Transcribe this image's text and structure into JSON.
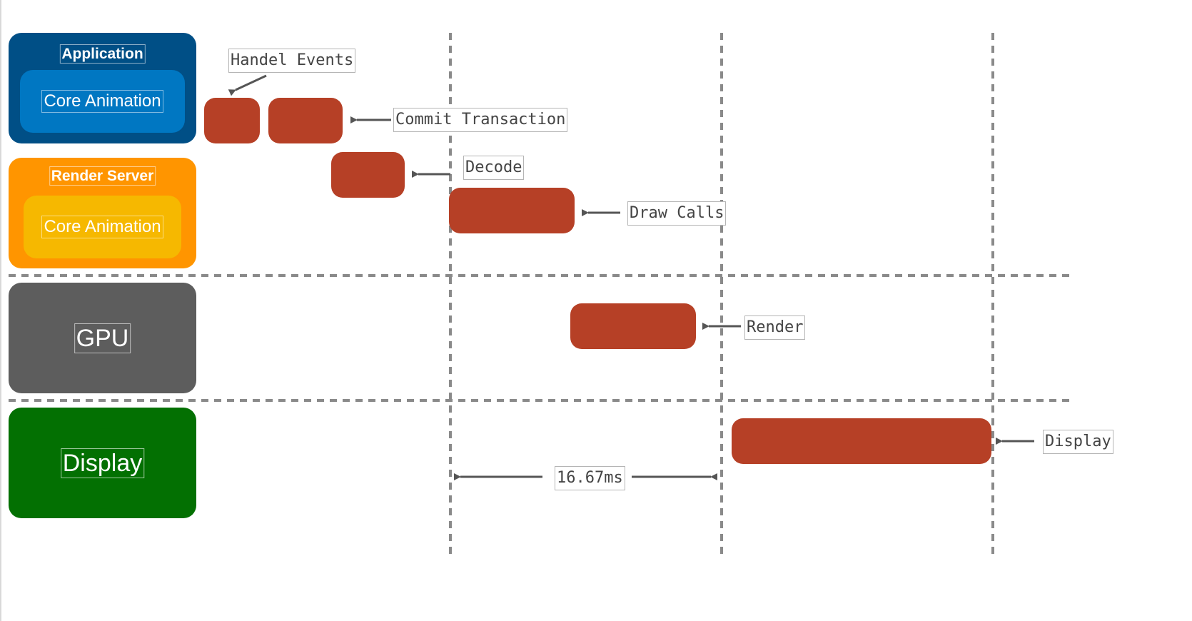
{
  "lanes": {
    "application": {
      "title": "Application",
      "inner": "Core Animation"
    },
    "render_server": {
      "title": "Render Server",
      "inner": "Core Animation"
    },
    "gpu": {
      "title": "GPU"
    },
    "display": {
      "title": "Display"
    }
  },
  "annotations": {
    "handel_events": "Handel Events",
    "commit_transaction": "Commit Transaction",
    "decode": "Decode",
    "draw_calls": "Draw Calls",
    "render": "Render",
    "display": "Display",
    "frame_interval": "16.67ms"
  },
  "colors": {
    "application": "#004f86",
    "application_inner": "#0077c2",
    "render_server": "#ff9500",
    "render_server_inner": "#f6b800",
    "gpu": "#5d5d5d",
    "display": "#037002",
    "task_block": "#b64026",
    "guide_lines": "#8a8a8a"
  }
}
